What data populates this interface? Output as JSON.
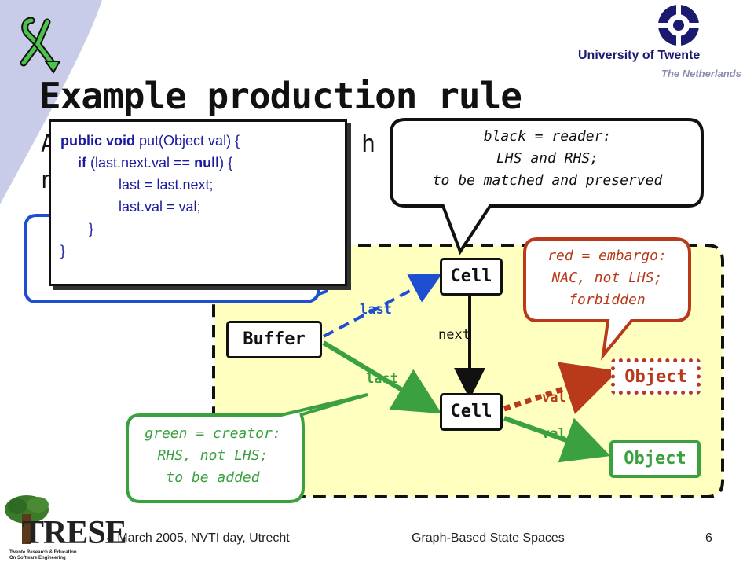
{
  "slide": {
    "title": "Example production rule",
    "subtitle_line1": "A",
    "subtitle_line1_tail": "h",
    "subtitle_line2": "n"
  },
  "university": {
    "name": "University of Twente",
    "country": "The Netherlands"
  },
  "code": {
    "line1_kw": "public void",
    "line1_rest": " put(Object val) {",
    "line2_kw": "if",
    "line2_rest": " (last.next.val == ",
    "line2_null": "null",
    "line2_end": ") {",
    "line3": "last = last.next;",
    "line4": "last.val = val;",
    "line5": "}",
    "line6": "}"
  },
  "callouts": {
    "black": {
      "line1": "black = reader:",
      "line2": "LHS and RHS;",
      "line3": "to be matched and preserved"
    },
    "red": {
      "line1": "red = embargo:",
      "line2": "NAC, not LHS;",
      "line3": "forbidden"
    },
    "green": {
      "line1": "green = creator:",
      "line2": "RHS, not LHS;",
      "line3": "to be added"
    },
    "blue": {
      "line1": ""
    }
  },
  "graph": {
    "buffer": "Buffer",
    "cell_top": "Cell",
    "cell_bottom": "Cell",
    "object_red": "Object",
    "object_green": "Object",
    "edge_last_blue": "last",
    "edge_next": "next",
    "edge_last_green": "last",
    "edge_val_red": "val",
    "edge_val_green": "val"
  },
  "footer": {
    "date": "4 March 2005, NVTI day, Utrecht",
    "topic": "Graph-Based State Spaces",
    "page": "6"
  },
  "trese": {
    "word": "TRESE",
    "sub1": "Twente Research & Education",
    "sub2": "On Software Engineering"
  },
  "colors": {
    "blue": "#1f4fd1",
    "red": "#b83a1a",
    "green": "#3aa040",
    "yellow_panel": "#ffffc0",
    "lavender": "#c9cce8"
  }
}
